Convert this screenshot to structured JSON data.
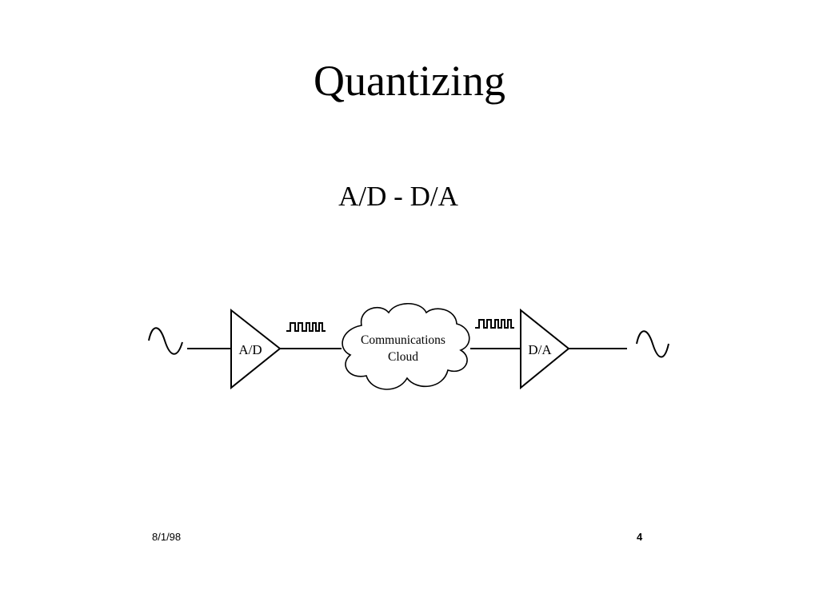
{
  "slide": {
    "title": "Quantizing",
    "footer_date": "8/1/98",
    "page_number": "4"
  },
  "diagram": {
    "heading": "A/D - D/A",
    "ad_converter_label": "A/D",
    "da_converter_label": "D/A",
    "cloud_label_line1": "Communications",
    "cloud_label_line2": "Cloud",
    "icons": [
      "analog-wave-icon",
      "digital-pulse-icon",
      "cloud-icon",
      "analog-wave-icon"
    ],
    "colors": {
      "stroke": "#000000",
      "background": "#ffffff"
    }
  }
}
